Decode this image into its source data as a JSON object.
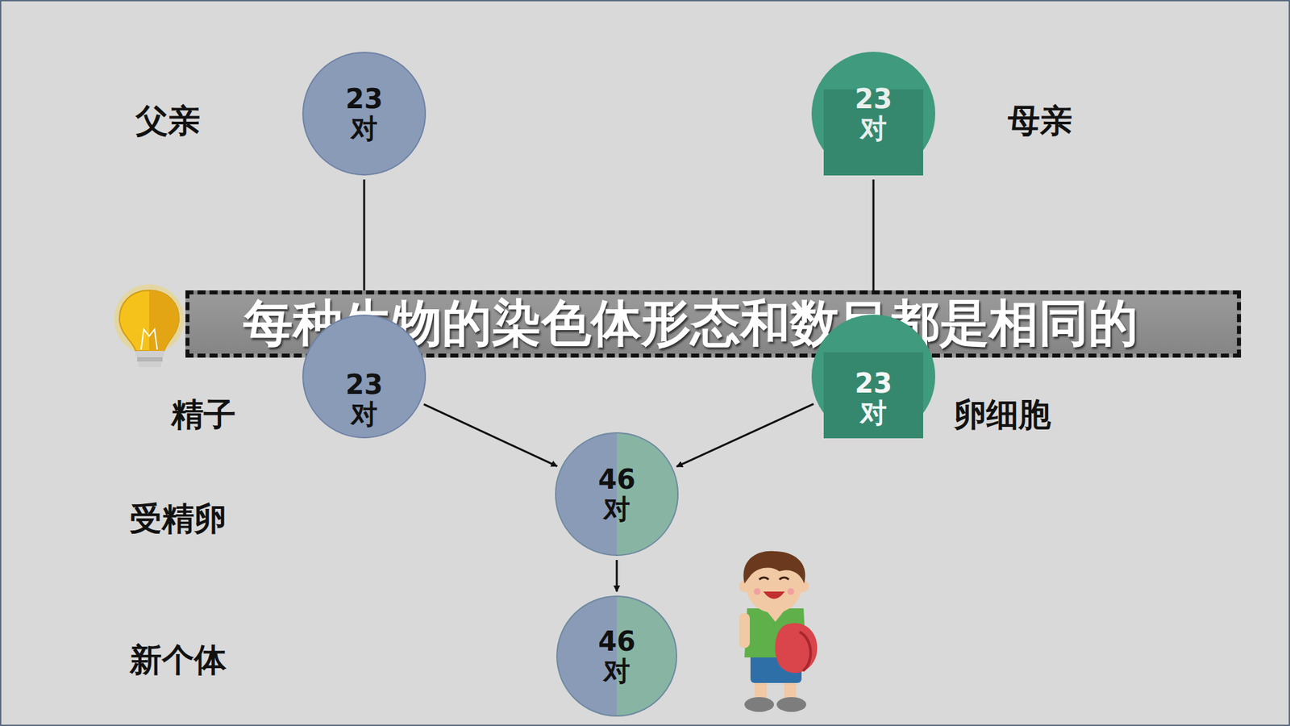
{
  "diagram": {
    "nodes": [
      {
        "text": [
          "23 对"
        ]
      },
      {
        "text": [
          "23 对"
        ]
      },
      {
        "text": [
          "每种生物的染色体形态和数目都是相同的"
        ]
      },
      {
        "text": [
          "23 对"
        ]
      },
      {
        "text": [
          "23 对"
        ]
      },
      {
        "text": [
          "46 对"
        ]
      },
      {
        "text": [
          "46 对"
        ]
      }
    ],
    "edges": [
      {
        "from": 0,
        "to": 3,
        "arrow": "to"
      },
      {
        "from": 1,
        "to": 4,
        "arrow": "to"
      },
      {
        "from": 3,
        "to": 5,
        "arrow": "to"
      },
      {
        "from": 4,
        "to": 5,
        "arrow": "to"
      },
      {
        "from": 5,
        "to": 6,
        "arrow": "to"
      }
    ],
    "labels": [
      "父亲",
      "母亲",
      "精子",
      "卵细胞",
      "受精卵",
      "新个体"
    ]
  }
}
